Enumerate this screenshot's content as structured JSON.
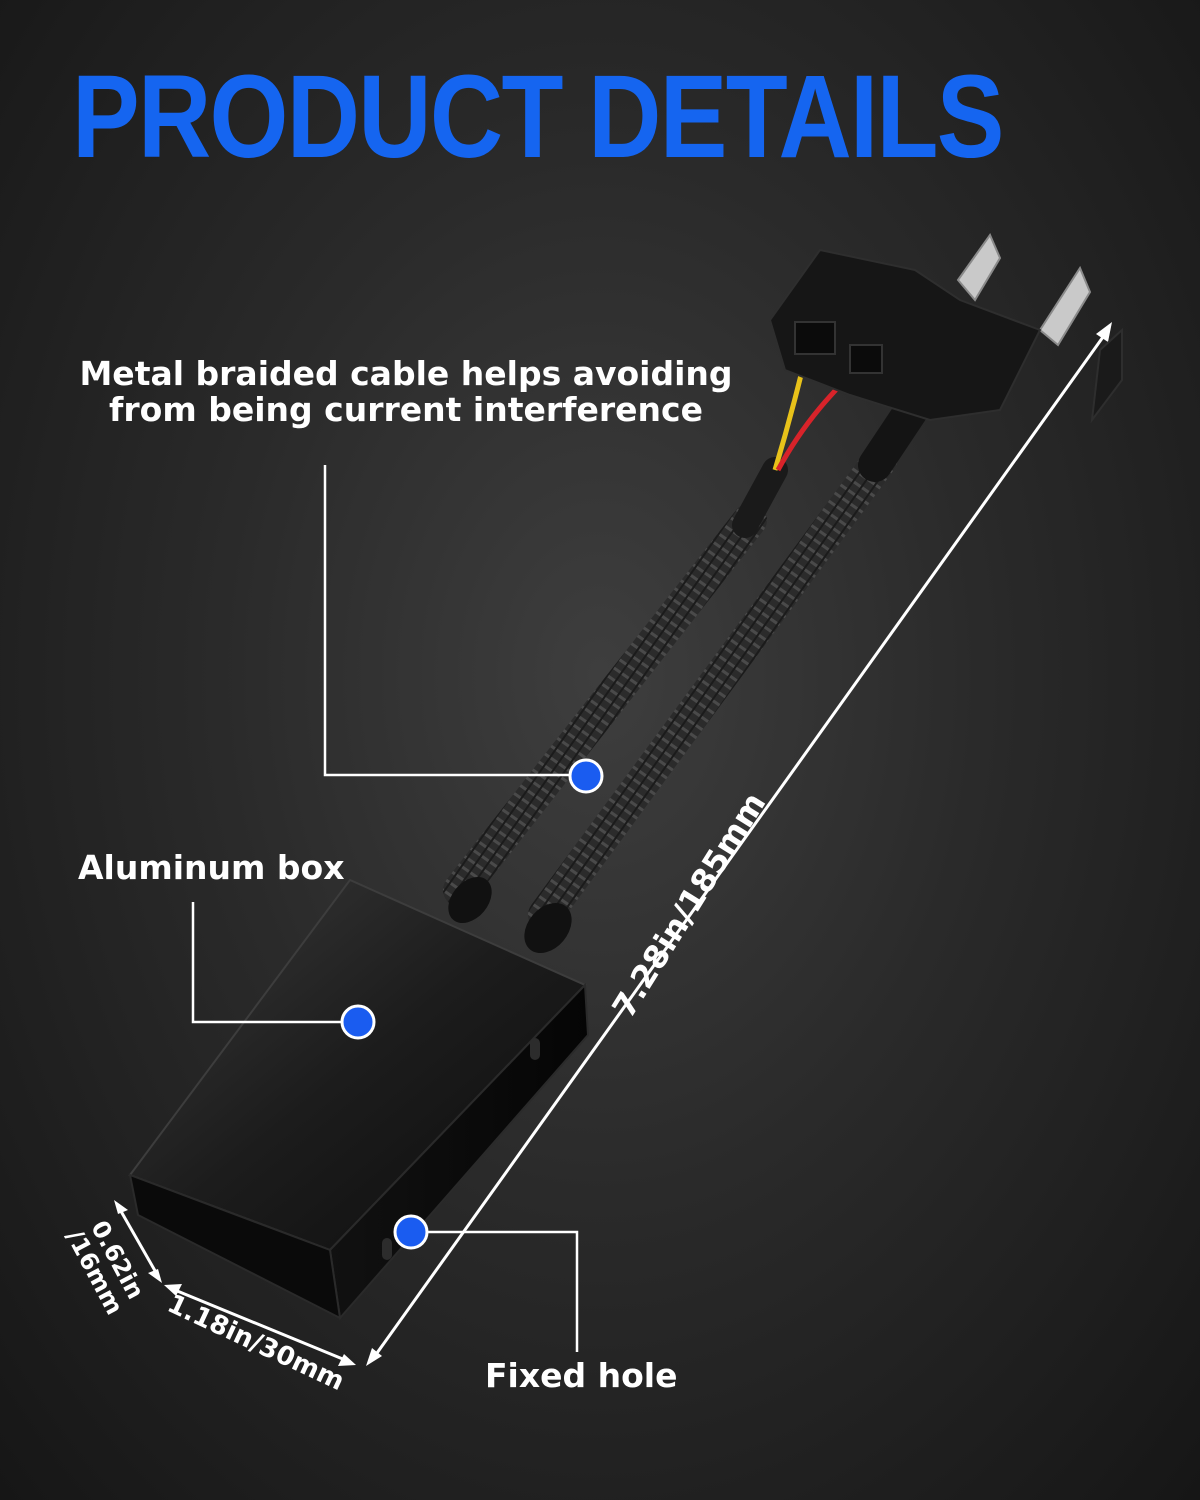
{
  "title": {
    "text": "PRODUCT DETAILS",
    "color": "#1565f0"
  },
  "callouts": {
    "cable": {
      "line1": "Metal braided cable helps avoiding",
      "line2": "from being current interference"
    },
    "box": {
      "text": "Aluminum box"
    },
    "hole": {
      "text": "Fixed hole"
    }
  },
  "dimensions": {
    "length": "7.28in/185mm",
    "width": "1.18in/30mm",
    "depth_line1": "0.62in",
    "depth_line2": "/16mm"
  },
  "colors": {
    "accent": "#1565f0",
    "marker": "#1a5cf0",
    "wire_red": "#d8232a",
    "wire_yellow": "#e8c21a"
  }
}
